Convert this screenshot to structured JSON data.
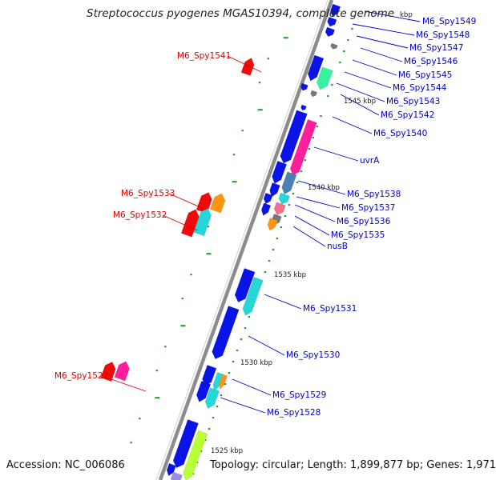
{
  "map": {
    "title": "Streptococcus pyogenes MGAS10394, complete genome",
    "accession_text": "Accession: NC_006086",
    "summary_text": "Topology: circular; Length: 1,899,877 bp; Genes: 1,971",
    "tick_labels": [
      "kbp",
      "1545 kbp",
      "1540 kbp",
      "1535 kbp",
      "1530 kbp",
      "1525 kbp"
    ],
    "colors": {
      "backbone": "#8c8c8c",
      "forward_label": "#0000cc",
      "reverse_label": "#dd0000",
      "gene_blue": "#0a14e6",
      "gene_magenta": "#ff1f9b",
      "gene_cyan": "#27d6d9",
      "gene_orange": "#ff9410",
      "gene_red": "#f00a0a",
      "gene_gray": "#777777",
      "gene_steel": "#4a80b3",
      "gene_pink": "#f07088",
      "gene_lime": "#b8ff38",
      "gene_mint": "#39f0a0",
      "gene_lavender": "#9b8ce3"
    }
  },
  "labels": {
    "right": [
      "M6_Spy1549",
      "M6_Spy1548",
      "M6_Spy1547",
      "M6_Spy1546",
      "M6_Spy1545",
      "M6_Spy1544",
      "M6_Spy1543",
      "M6_Spy1542",
      "M6_Spy1540",
      "uvrA",
      "M6_Spy1538",
      "M6_Spy1537",
      "M6_Spy1536",
      "M6_Spy1535",
      "nusB",
      "M6_Spy1531",
      "M6_Spy1530",
      "M6_Spy1529",
      "M6_Spy1528"
    ],
    "left": [
      "M6_Spy1541",
      "M6_Spy1533",
      "M6_Spy1532",
      "M6_Spy1527"
    ]
  }
}
